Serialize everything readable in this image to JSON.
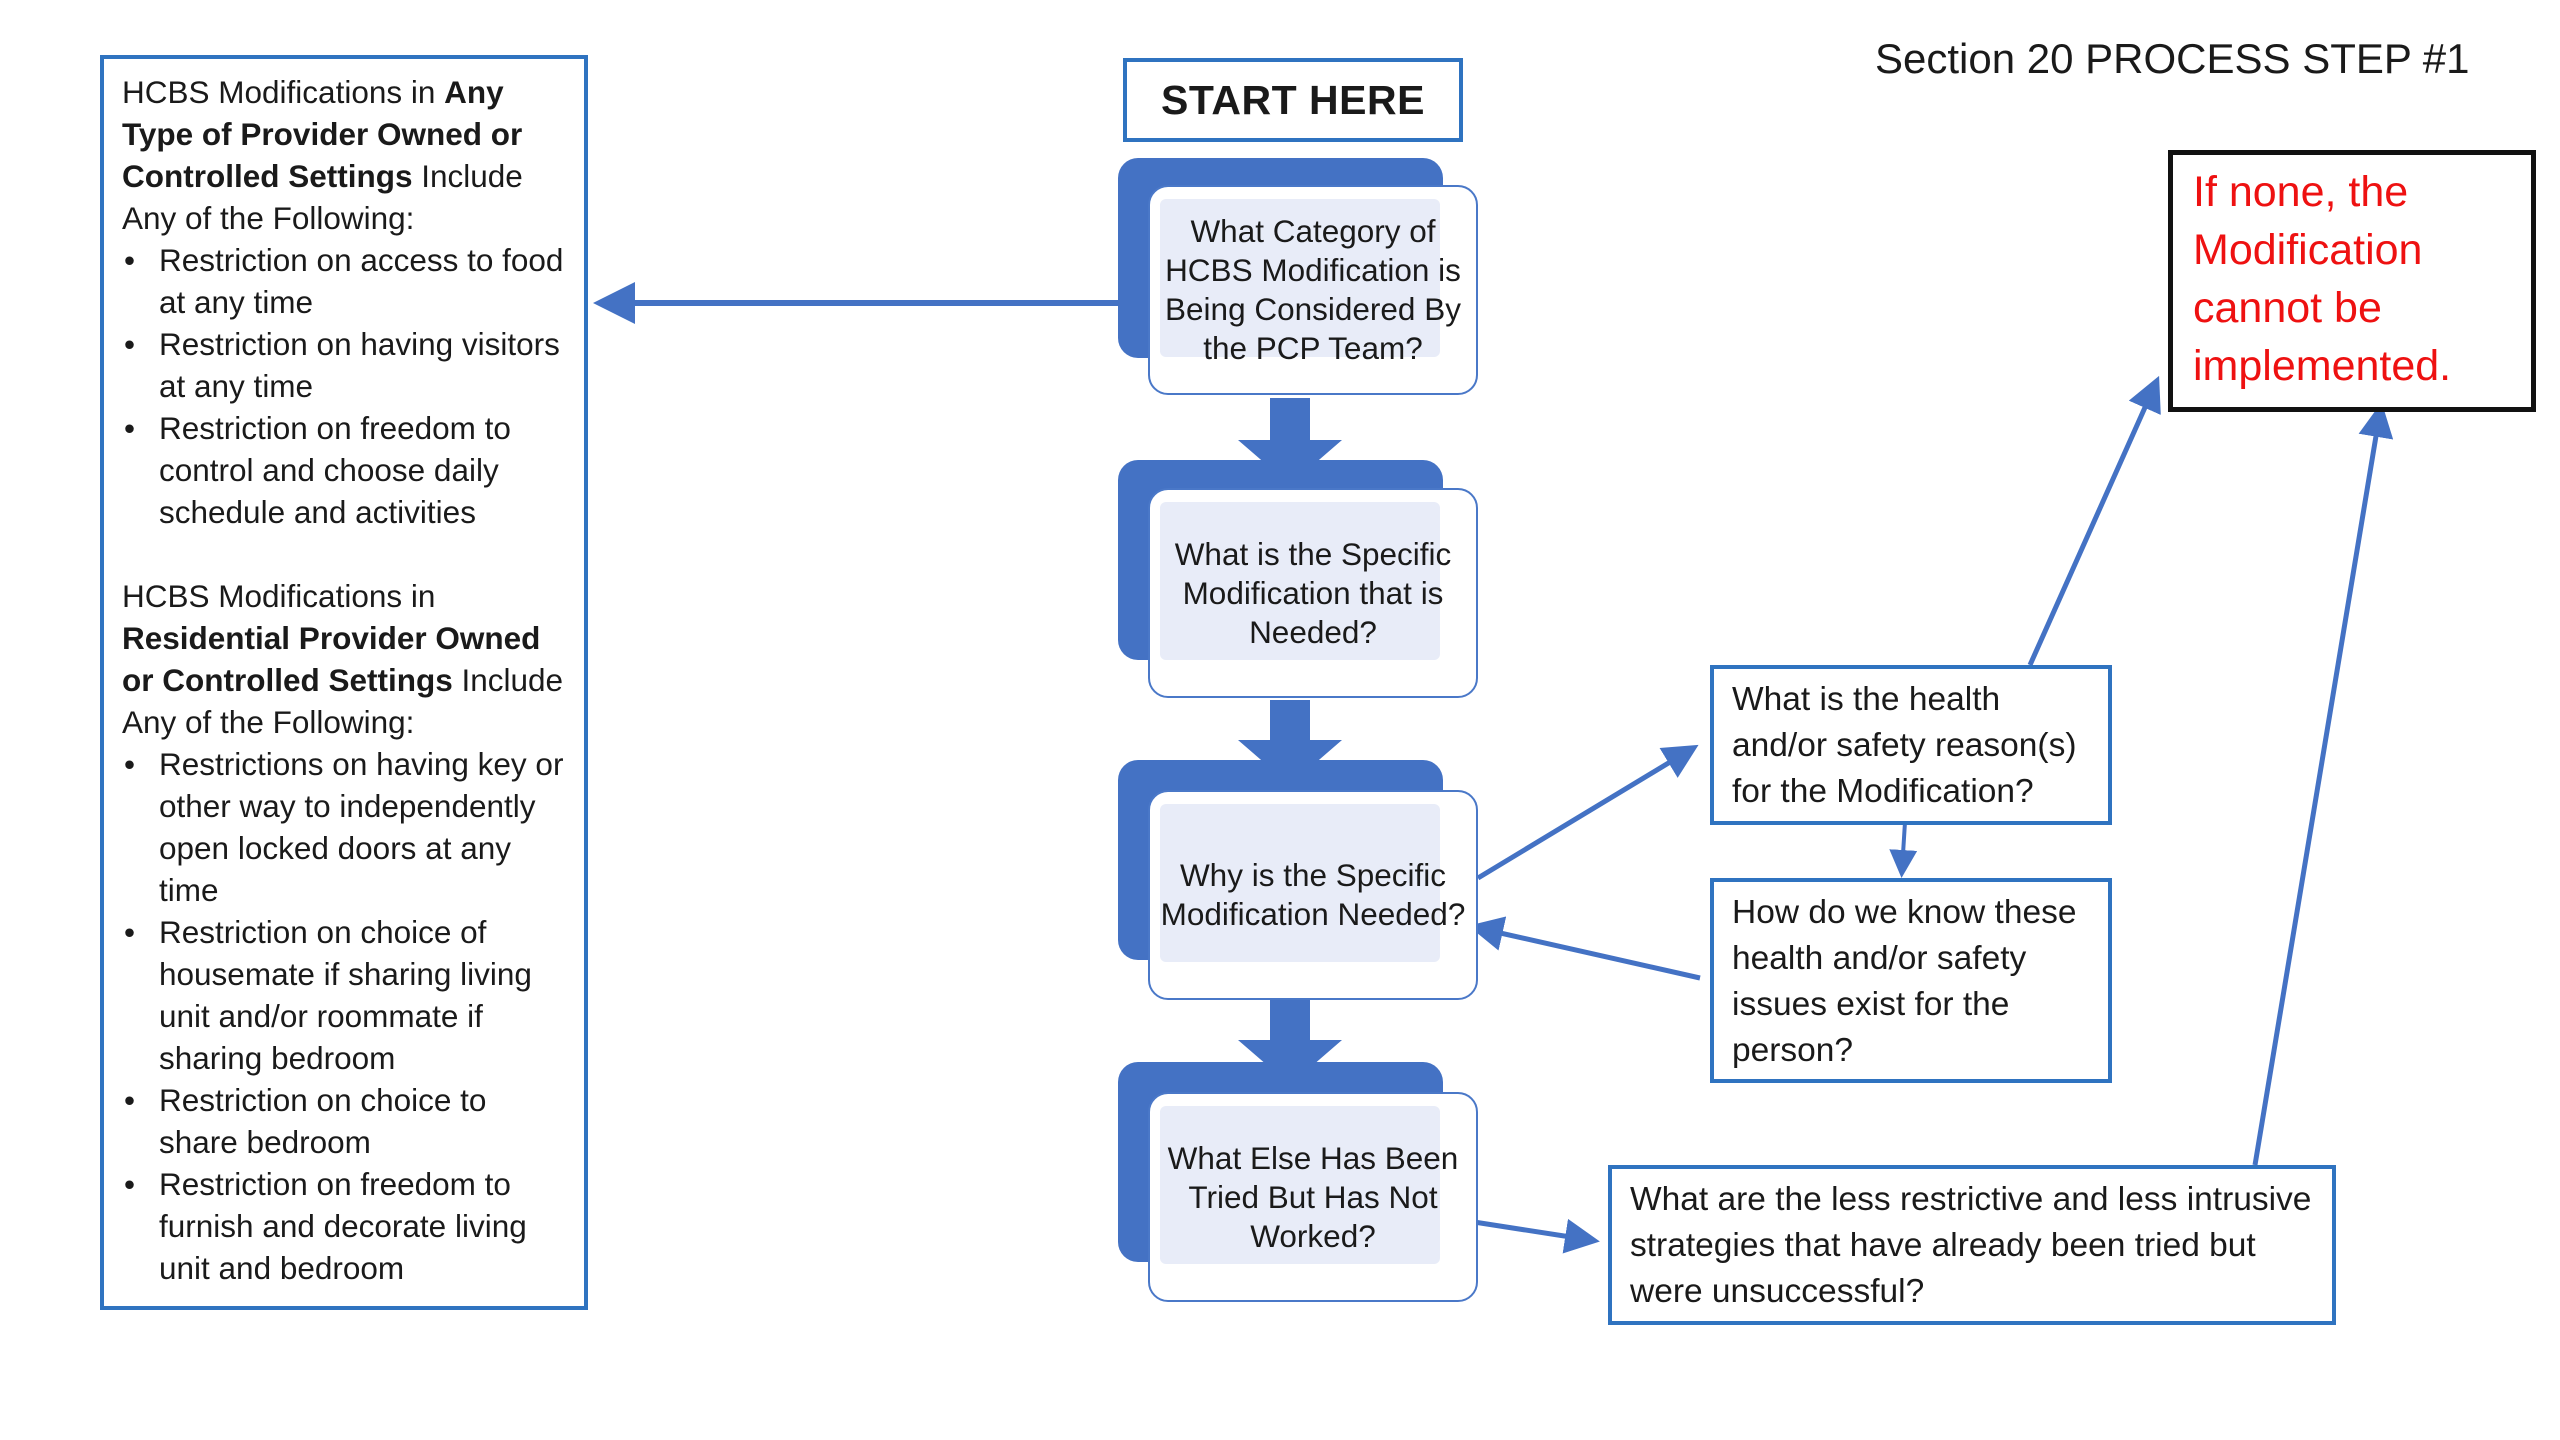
{
  "header": {
    "title": "Section 20 PROCESS STEP #1"
  },
  "left_panel": {
    "section1": {
      "intro_pre": "HCBS Modifications in ",
      "intro_bold": "Any Type of Provider Owned or Controlled Settings",
      "intro_post": " Include Any of the Following:",
      "items": [
        "Restriction on access to food at any time",
        "Restriction on having visitors at any time",
        "Restriction on freedom to control and choose daily schedule and activities"
      ]
    },
    "section2": {
      "intro_pre": "HCBS Modifications in ",
      "intro_bold": "Residential Provider Owned or Controlled Settings",
      "intro_post": " Include Any of the Following:",
      "items": [
        "Restrictions on having key or other way to independently open locked doors at any time",
        "Restriction on choice of housemate if sharing living unit and/or roommate if sharing bedroom",
        "Restriction on choice to share bedroom",
        "Restriction on freedom to furnish and decorate living unit and bedroom"
      ]
    }
  },
  "flow": {
    "start_label": "START HERE",
    "steps": [
      "What Category of HCBS Modification is Being Considered By the PCP Team?",
      "What is the Specific Modification that is Needed?",
      "Why is the Specific Modification Needed?",
      "What Else Has Been Tried But Has Not Worked?"
    ]
  },
  "right_boxes": {
    "health_reason": "What is the health and/or safety reason(s) for the Modification?",
    "how_know": "How do we know these health and/or safety issues exist for the person?",
    "less_restrictive": "What are the less restrictive and less intrusive strategies that have already been tried but were unsuccessful?",
    "none_warning": "If none, the Modification cannot be implemented."
  },
  "colors": {
    "accent_blue": "#2f73c0",
    "card_blue": "#4472c4",
    "warning_red": "#ee1111"
  }
}
